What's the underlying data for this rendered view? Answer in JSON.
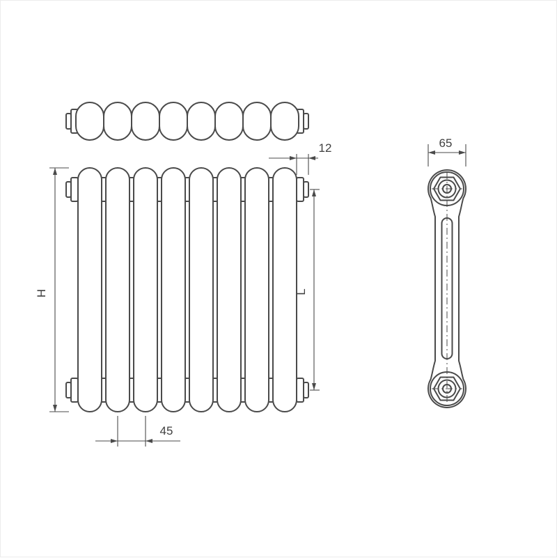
{
  "canvas": {
    "background": "#ffffff",
    "line_color": "#4a4a4a",
    "text_color": "#3f3f3f"
  },
  "drawing": {
    "kind": "radiator-technical-drawing",
    "section_count": 8,
    "dimension_labels": {
      "nipple_offset": "12",
      "depth": "65",
      "overall_height": "H",
      "axis_length": "L",
      "section_pitch": "45"
    }
  }
}
